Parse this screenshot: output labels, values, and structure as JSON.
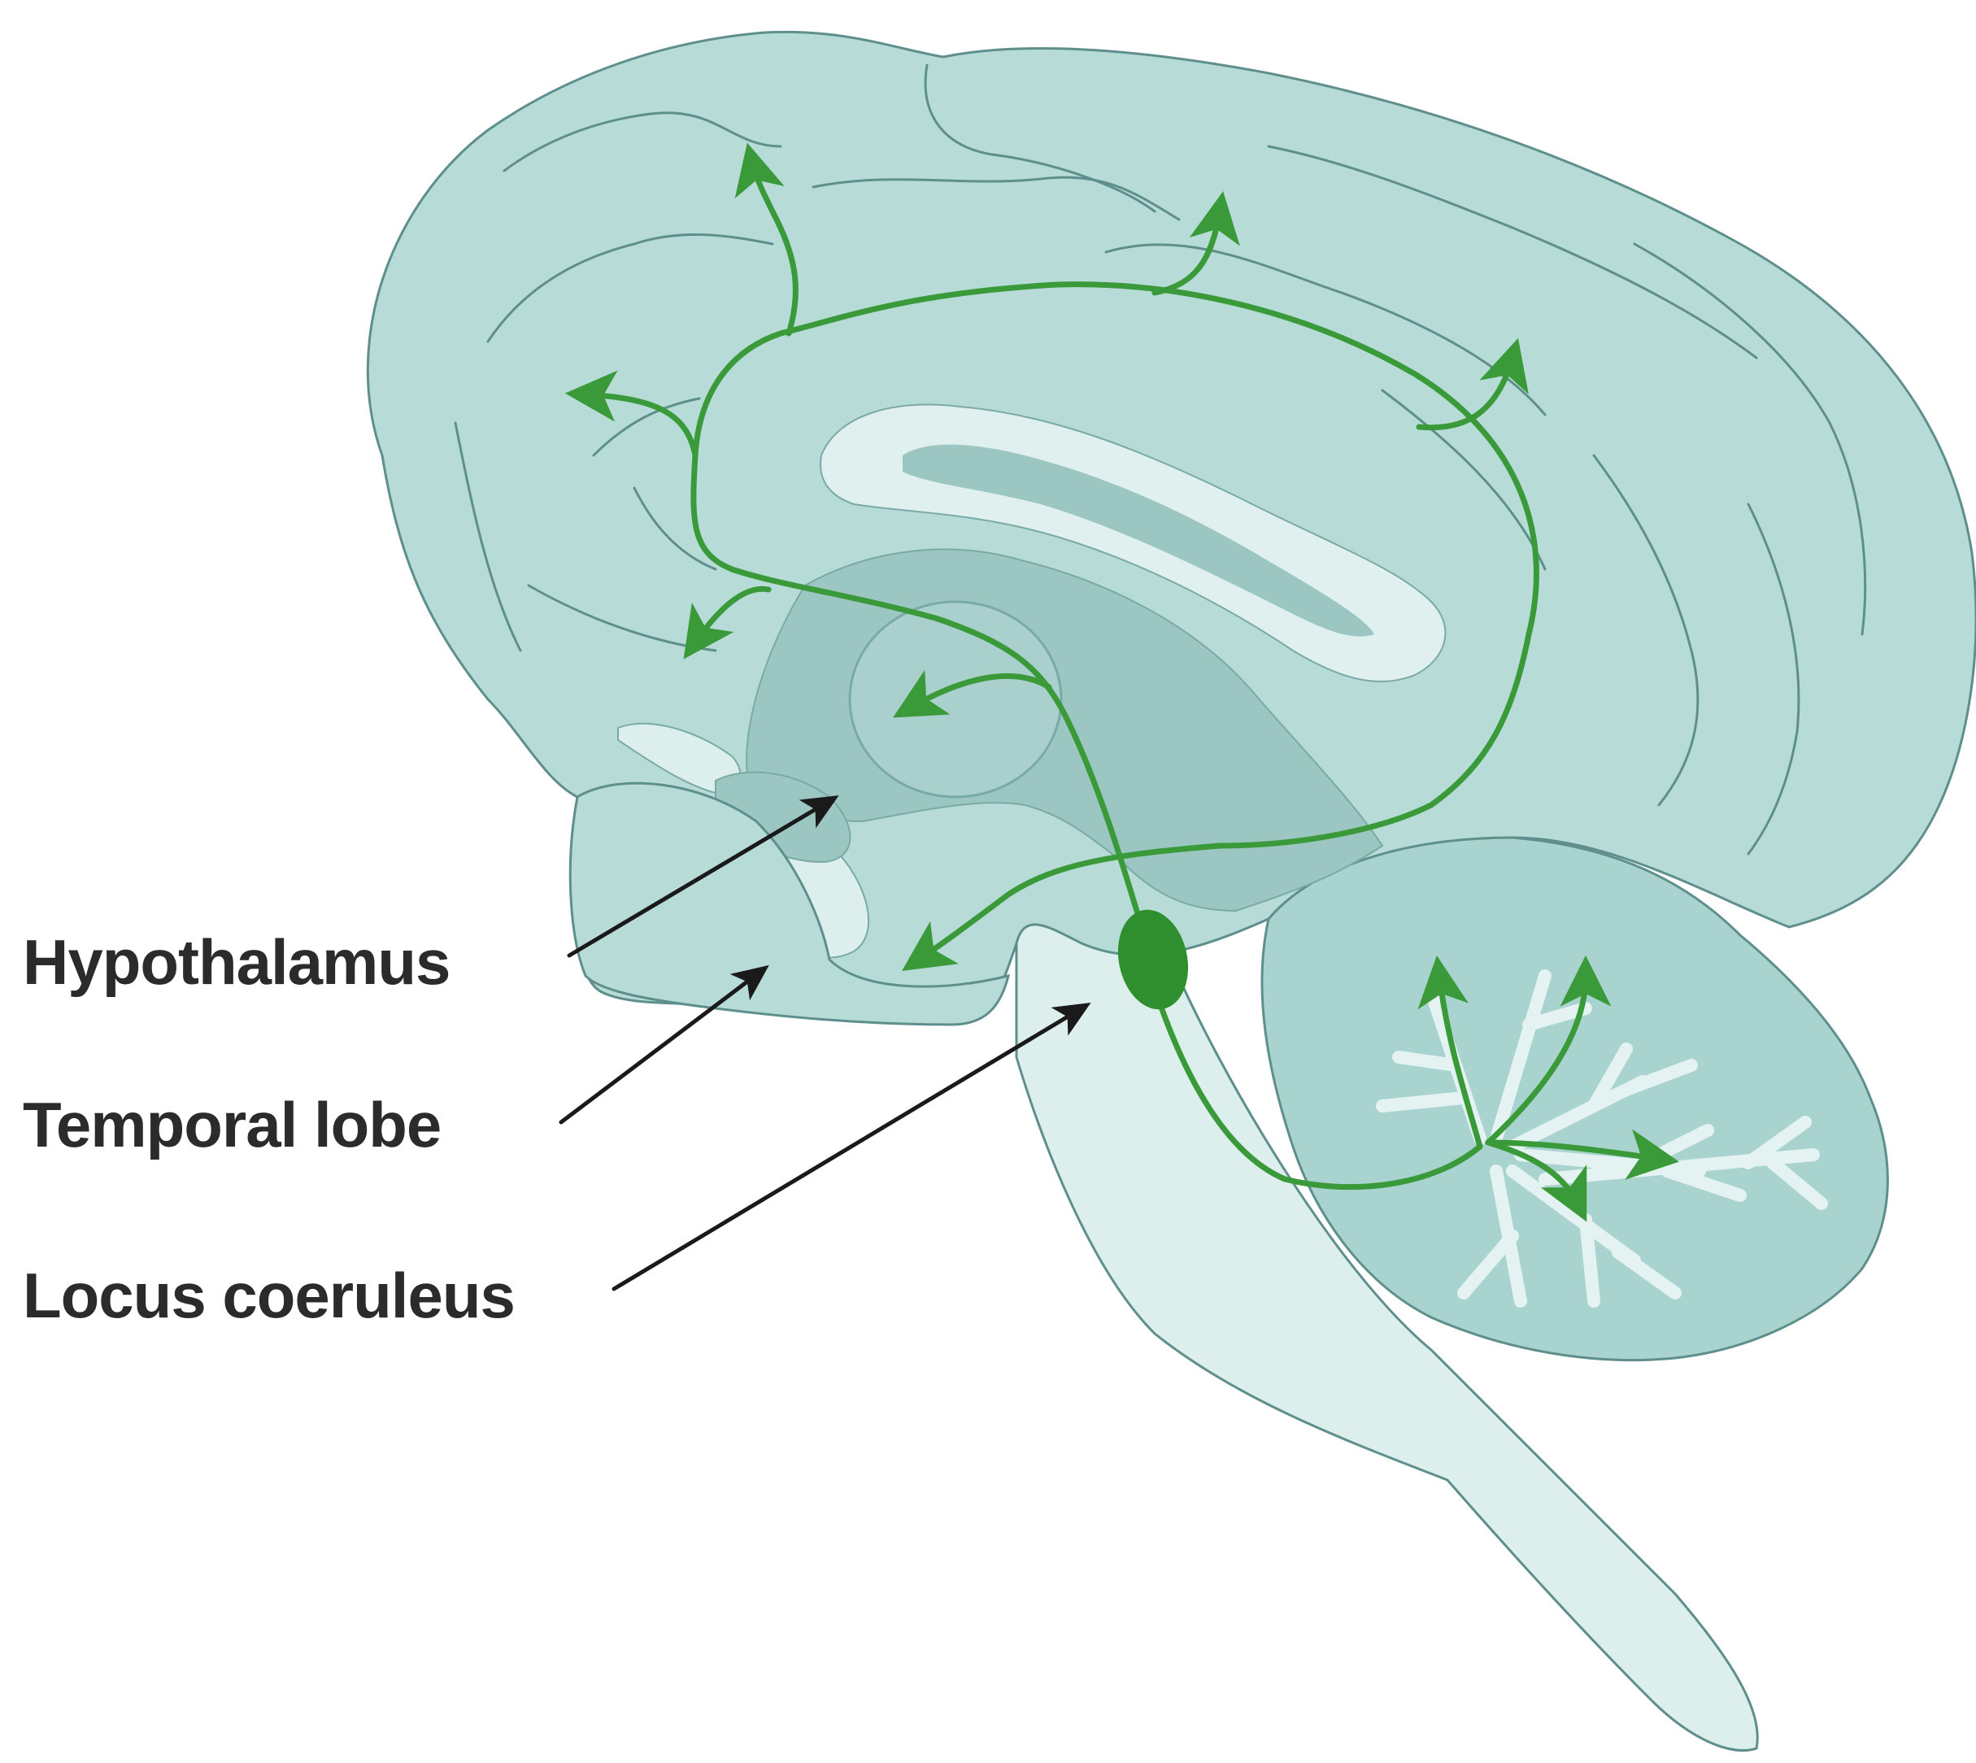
{
  "diagram": {
    "labels": {
      "hypothalamus": "Hypothalamus",
      "temporal_lobe": "Temporal lobe",
      "locus_coeruleus": "Locus coeruleus"
    },
    "colors": {
      "brain_fill": "#b7dcd8",
      "brain_outline": "#5e8f8c",
      "deep_structures": "#9cc6c2",
      "ventricle_light": "#dff0ee",
      "pathway_green": "#3a9a3a",
      "leader_line": "#1a1a1a",
      "label_text": "#2b2b2b"
    },
    "icons": {
      "pathway_arrows": "arrowhead-icon"
    }
  }
}
